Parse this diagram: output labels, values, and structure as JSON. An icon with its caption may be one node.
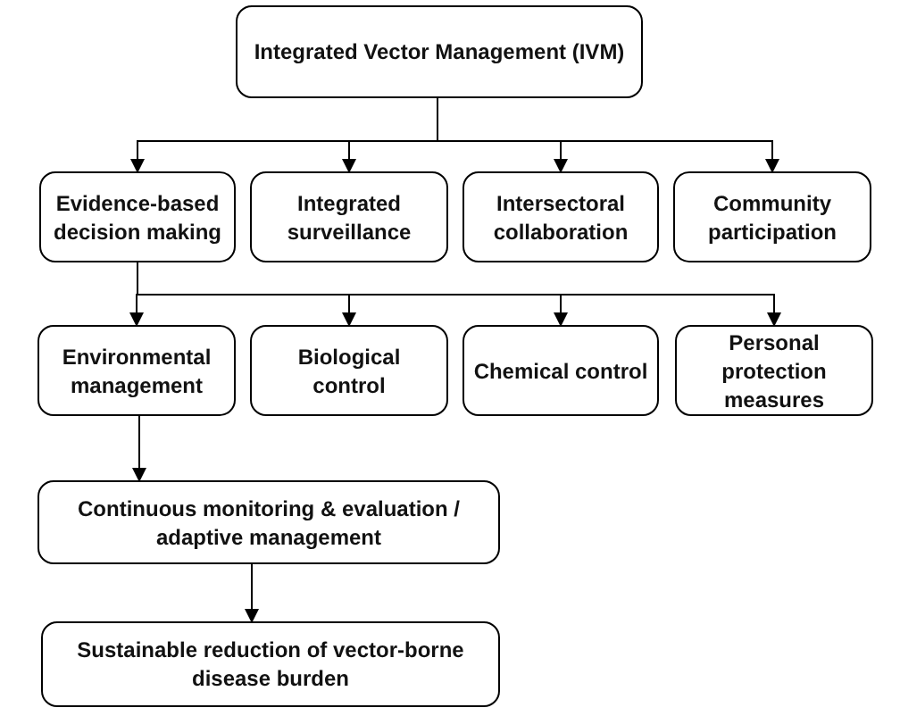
{
  "diagram": {
    "nodes": [
      {
        "text": [
          "Integrated Vector Management (IVM)"
        ]
      },
      {
        "text": [
          "Evidence-based decision making"
        ]
      },
      {
        "text": [
          "Integrated surveillance"
        ]
      },
      {
        "text": [
          "Intersectoral collaboration"
        ]
      },
      {
        "text": [
          "Community participation"
        ]
      },
      {
        "text": [
          "Environmental management"
        ]
      },
      {
        "text": [
          "Biological control"
        ]
      },
      {
        "text": [
          "Chemical control"
        ]
      },
      {
        "text": [
          "Personal protection measures"
        ]
      },
      {
        "text": [
          "Continuous monitoring & evaluation / adaptive management"
        ]
      },
      {
        "text": [
          "Sustainable reduction of vector-borne disease burden"
        ]
      }
    ],
    "edges": [
      {
        "from": 0,
        "to": 1,
        "arrow": "to"
      },
      {
        "from": 0,
        "to": 2,
        "arrow": "to"
      },
      {
        "from": 0,
        "to": 3,
        "arrow": "to"
      },
      {
        "from": 0,
        "to": 4,
        "arrow": "to"
      },
      {
        "from": 1,
        "to": 5,
        "arrow": "to"
      },
      {
        "from": 1,
        "to": 6,
        "arrow": "to"
      },
      {
        "from": 1,
        "to": 7,
        "arrow": "to"
      },
      {
        "from": 1,
        "to": 8,
        "arrow": "to"
      },
      {
        "from": 5,
        "to": 9,
        "arrow": "to"
      },
      {
        "from": 9,
        "to": 10,
        "arrow": "to"
      }
    ]
  }
}
